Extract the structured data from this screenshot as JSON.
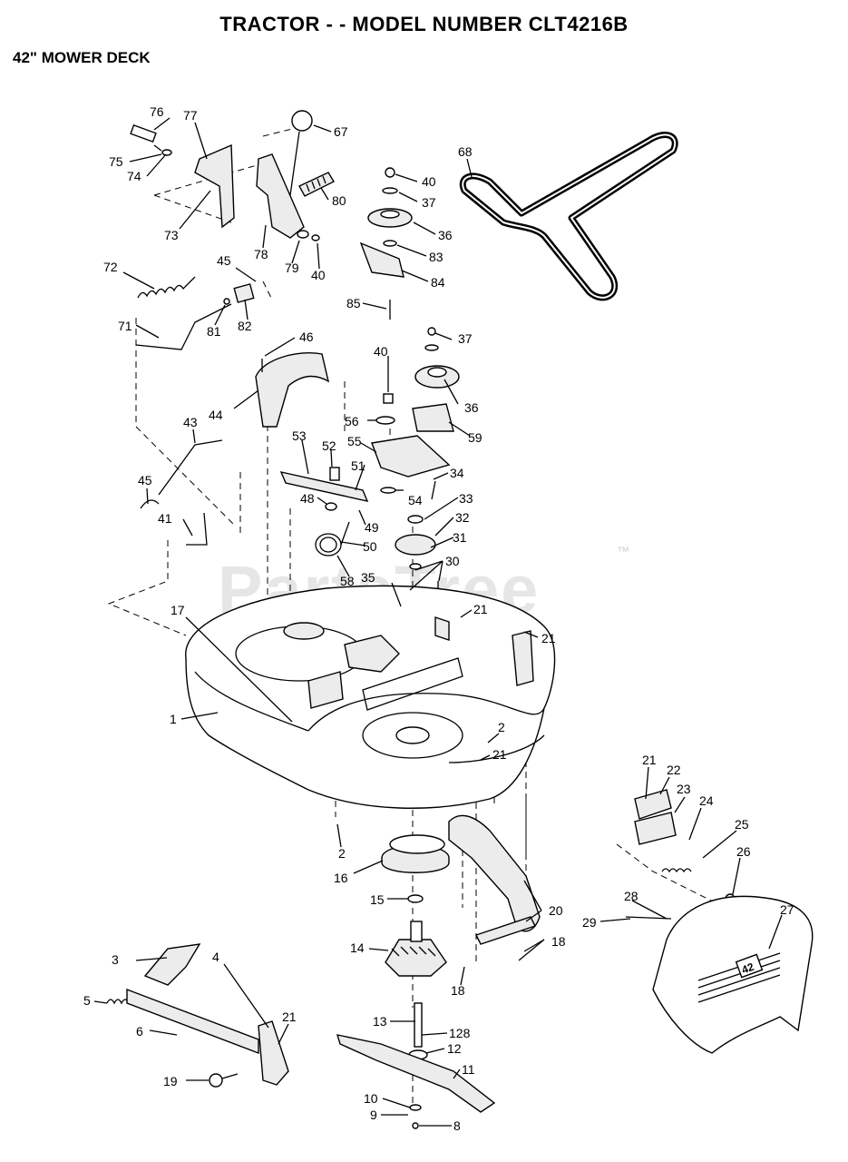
{
  "header": {
    "title": "TRACTOR - - MODEL NUMBER CLT4216B",
    "subtitle": "42\" MOWER DECK"
  },
  "watermark": {
    "text": "PartsTree",
    "trademark": "™"
  },
  "deck_badge": "42",
  "callouts": [
    "1",
    "2",
    "3",
    "4",
    "5",
    "6",
    "8",
    "9",
    "10",
    "11",
    "12",
    "13",
    "14",
    "15",
    "16",
    "17",
    "18",
    "19",
    "20",
    "21",
    "22",
    "23",
    "24",
    "25",
    "26",
    "27",
    "28",
    "29",
    "30",
    "31",
    "32",
    "33",
    "34",
    "35",
    "36",
    "37",
    "40",
    "41",
    "43",
    "44",
    "45",
    "46",
    "48",
    "49",
    "50",
    "51",
    "52",
    "53",
    "54",
    "55",
    "56",
    "58",
    "59",
    "67",
    "68",
    "71",
    "72",
    "73",
    "74",
    "75",
    "76",
    "77",
    "78",
    "79",
    "80",
    "81",
    "82",
    "83",
    "84",
    "85",
    "128"
  ]
}
